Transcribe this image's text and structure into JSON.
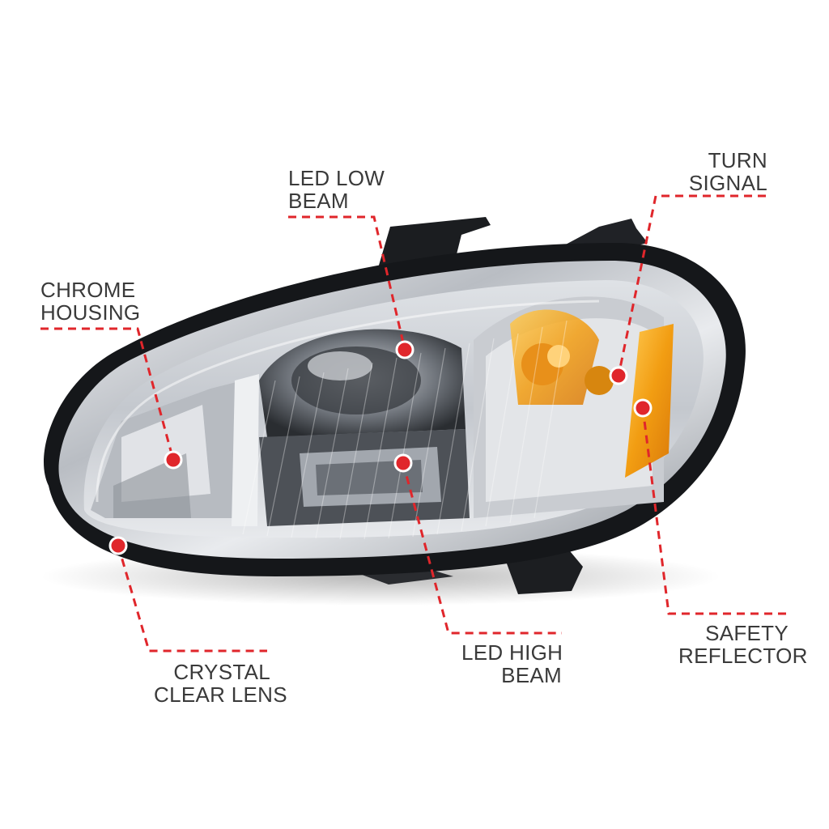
{
  "callouts": {
    "led_low_beam": [
      "LED LOW",
      "BEAM"
    ],
    "turn_signal": [
      "TURN",
      "SIGNAL"
    ],
    "chrome_housing": [
      "CHROME",
      "HOUSING"
    ],
    "led_high_beam": [
      "LED HIGH",
      "BEAM"
    ],
    "safety_reflector": [
      "SAFETY",
      "REFLECTOR"
    ],
    "crystal_clear_lens": [
      "CRYSTAL",
      "CLEAR LENS"
    ]
  },
  "colors": {
    "background": "#ffffff",
    "label_text": "#3a3a3a",
    "callout_line": "#e0262b",
    "marker_fill": "#e0262b",
    "housing_black": "#15171a",
    "chrome": "#c9ccd1",
    "amber": "#f2a418"
  }
}
